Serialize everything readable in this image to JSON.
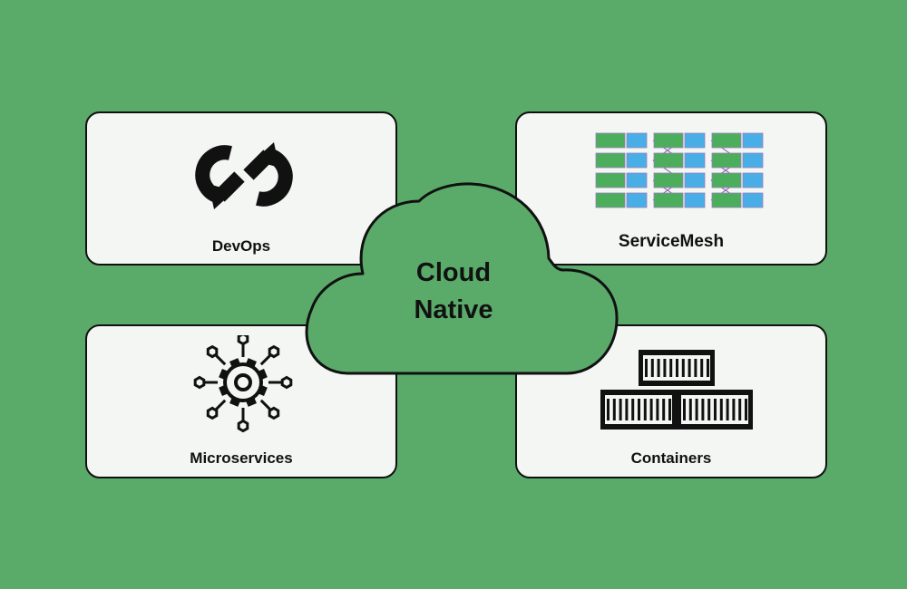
{
  "colors": {
    "background": "#5aab6a",
    "card": "#f3f6f3",
    "cloud": "#5aab6a",
    "outline": "#111111",
    "mesh_green": "#4cae5c",
    "mesh_blue": "#4aaee6",
    "mesh_link": "#8a4fb3"
  },
  "center": {
    "line1": "Cloud",
    "line2": "Native",
    "icon": "cloud-shape"
  },
  "cards": {
    "devops": {
      "label": "DevOps",
      "icon": "devops-loop-icon"
    },
    "servicemesh": {
      "label": "ServiceMesh",
      "icon": "service-mesh-grid-icon"
    },
    "microservices": {
      "label": "Microservices",
      "icon": "gear-network-icon"
    },
    "containers": {
      "label": "Containers",
      "icon": "stacked-containers-icon"
    }
  }
}
